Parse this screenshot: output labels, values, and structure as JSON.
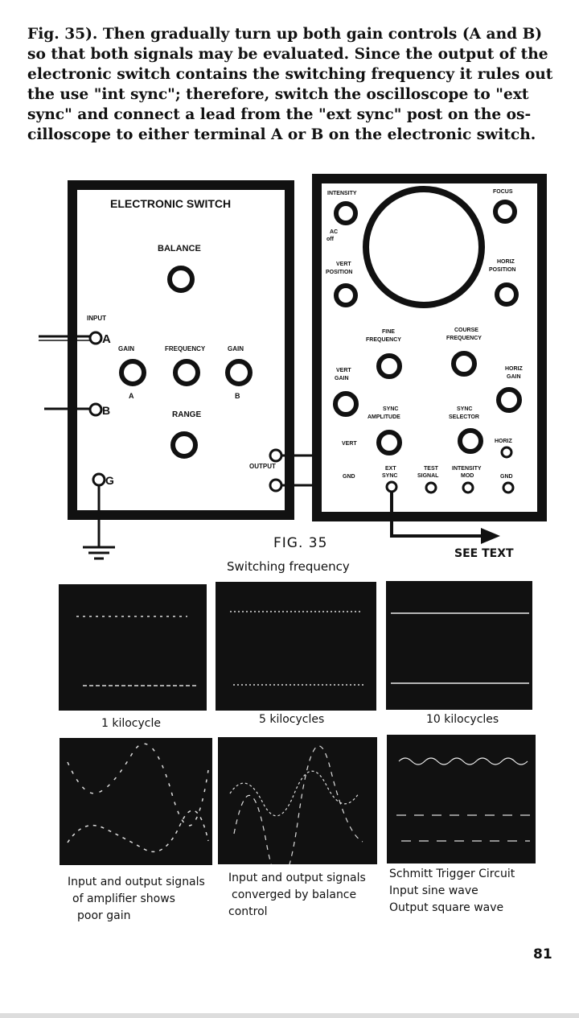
{
  "paragraph": [
    "Fig. 35). Then gradually turn up both gain controls (A and B)",
    "so that both signals may be evaluated. Since the output of the",
    "electronic switch contains the switching frequency it rules out",
    "the use \"int sync\"; therefore, switch the oscilloscope to \"ext",
    "sync\" and connect a lead from the \"ext sync\" post on the os-",
    "cilloscope to either terminal A or B on the electronic switch."
  ],
  "switch": {
    "title": "ELECTRONIC SWITCH",
    "balance": "BALANCE",
    "input": "INPUT",
    "a": "A",
    "b": "B",
    "g": "G",
    "gain_left": "GAIN",
    "frequency": "FREQUENCY",
    "gain_right": "GAIN",
    "knob_a": "A",
    "knob_b": "B",
    "range": "RANGE",
    "output": "OUTPUT"
  },
  "scope": {
    "intensity": "INTENSITY",
    "focus": "FOCUS",
    "ac": "AC",
    "off": "off",
    "vert_position_1": "VERT",
    "vert_position_2": "POSITION",
    "horiz_position_1": "HORIZ",
    "horiz_position_2": "POSITION",
    "fine_freq_1": "FINE",
    "fine_freq_2": "FREQUENCY",
    "course_freq_1": "COURSE",
    "course_freq_2": "FREQUENCY",
    "vert_gain_1": "VERT",
    "vert_gain_2": "GAIN",
    "horiz_gain_1": "HORIZ",
    "horiz_gain_2": "GAIN",
    "sync_amp_1": "SYNC",
    "sync_amp_2": "AMPLITUDE",
    "sync_sel_1": "SYNC",
    "sync_sel_2": "SELECTOR",
    "vert": "VERT",
    "horiz": "HORIZ",
    "gnd_left": "GND",
    "ext_sync_1": "EXT",
    "ext_sync_2": "SYNC",
    "test_signal_1": "TEST",
    "test_signal_2": "SIGNAL",
    "intensity_mod_1": "INTENSITY",
    "intensity_mod_2": "MOD",
    "gnd_right": "GND"
  },
  "figure": {
    "title": "FIG. 35",
    "subtitle": "Switching frequency",
    "see_text": "SEE TEXT"
  },
  "captions": {
    "row1": [
      "1 kilocycle",
      "5 kilocycles",
      "10 kilocycles"
    ],
    "row2_col1": [
      "Input and output signals",
      "of amplifier shows",
      "poor gain"
    ],
    "row2_col2": [
      "Input and output signals",
      "converged by balance",
      "control"
    ],
    "row2_col3": [
      "Schmitt Trigger Circuit",
      "Input sine wave",
      "Output  square wave"
    ]
  },
  "page_number": "81"
}
